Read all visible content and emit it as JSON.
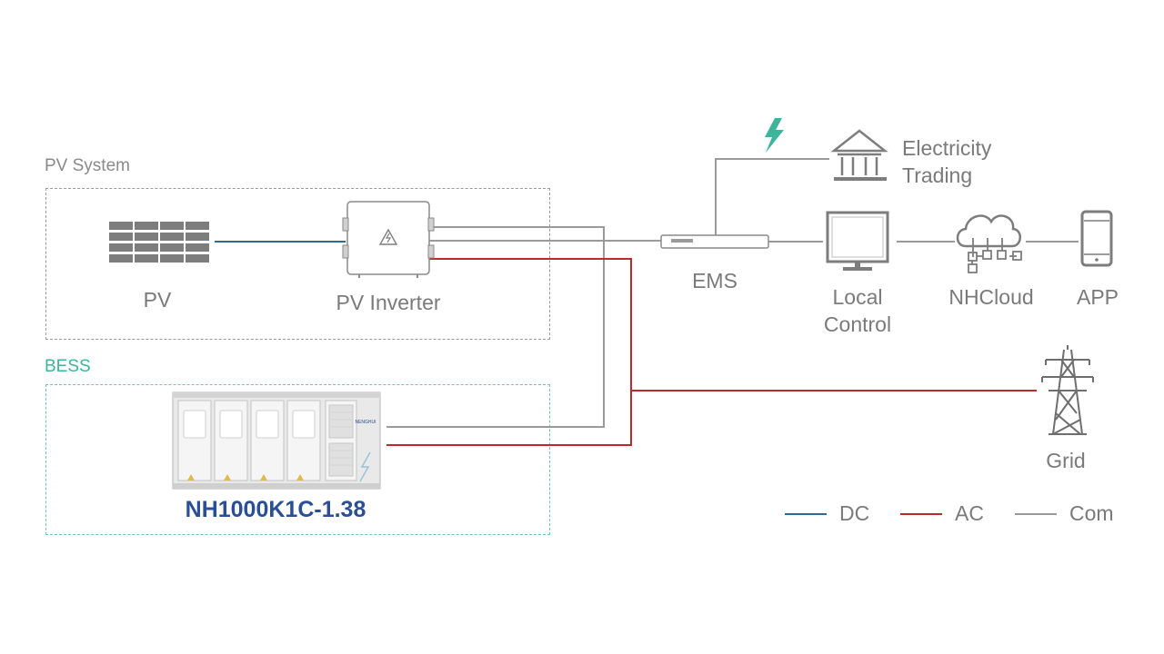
{
  "groups": {
    "pv_system": "PV System",
    "bess": "BESS"
  },
  "nodes": {
    "pv": "PV",
    "pv_inverter": "PV Inverter",
    "ems": "EMS",
    "electricity_trading_line1": "Electricity",
    "electricity_trading_line2": "Trading",
    "local_control_line1": "Local",
    "local_control_line2": "Control",
    "nhcloud": "NHCloud",
    "app": "APP",
    "grid": "Grid",
    "bess_product": "NH1000K1C-1.38",
    "bess_brand": "NENGHUI"
  },
  "legend": [
    {
      "key": "dc",
      "label": "DC",
      "color": "#2e6b92"
    },
    {
      "key": "ac",
      "label": "AC",
      "color": "#c0272d"
    },
    {
      "key": "com",
      "label": "Com",
      "color": "#9a9a9a"
    }
  ],
  "colors": {
    "bess_accent": "#3bb59c",
    "lightning": "#3bb59c",
    "icon_gray": "#7d7d7d"
  }
}
